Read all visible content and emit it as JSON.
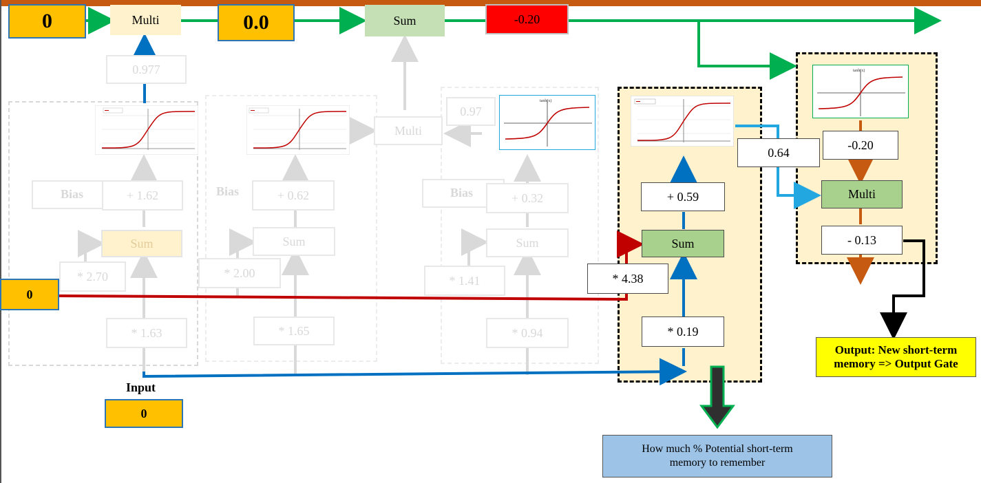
{
  "top_row": {
    "long_term_input": "0",
    "multi_label": "Multi",
    "product_value": "0.0",
    "sum_label": "Sum",
    "new_long_term": "-0.20"
  },
  "forget_gate": {
    "gate_output": "0.977",
    "bias_label": "Bias",
    "bias": "+ 1.62",
    "sum_label": "Sum",
    "short_term_weight": "* 2.70",
    "input_weight": "* 1.63"
  },
  "input_gate_percent": {
    "bias_label": "Bias",
    "bias": "+ 0.62",
    "sum_label": "Sum",
    "short_term_weight": "* 2.00",
    "input_weight": "* 1.65"
  },
  "input_gate_potential": {
    "bias_label": "Bias",
    "bias": "+ 0.32",
    "sum_label": "Sum",
    "short_term_weight": "* 1.41",
    "input_weight": "* 0.94",
    "tanh_output": "0.97",
    "multi_label": "Multi"
  },
  "output_gate_percent": {
    "bias": "+ 0.59",
    "sum_label": "Sum",
    "short_term_weight": "* 4.38",
    "input_weight": "* 0.19",
    "gate_output": "0.64"
  },
  "output_potential": {
    "tanh_output": "-0.20",
    "multi_label": "Multi",
    "result": "- 0.13"
  },
  "inputs": {
    "short_term_memory": "0",
    "input_label": "Input",
    "input_value": "0"
  },
  "annotations": {
    "output_note": "Output: New short-term memory => Output Gate",
    "remember_note": "How much  % Potential short-term memory to remember"
  },
  "plots": {
    "tanh_title": "tanh(x)",
    "sigmoid_legend": "sig(x) = 1/(1+e^-x)"
  },
  "colors": {
    "orange_accent": "#c65a11",
    "value_fill": "#ffc000",
    "green_flow": "#00b050",
    "red_flow": "#c00000",
    "blue_flow": "#0070c0",
    "light_blue_flow": "#22a7e0",
    "highlight_box": "#fff2cc",
    "sum_green": "#a9d18e",
    "result_red": "#ff0000",
    "note_yellow": "#ffff00",
    "note_blue": "#9dc3e6"
  }
}
